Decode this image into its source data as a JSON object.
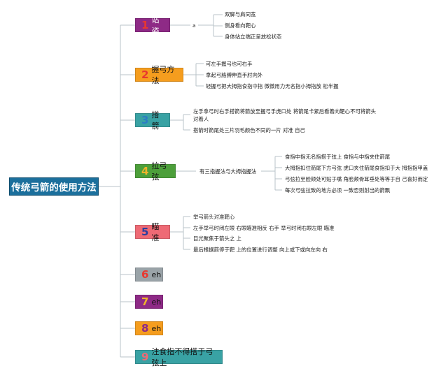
{
  "root": {
    "title": "传统弓箭的使用方法"
  },
  "branches": [
    {
      "num": "1",
      "label": "站姿",
      "color": "#8e2a86",
      "num_color": "#e8372f",
      "text_color": "#ffffff"
    },
    {
      "num": "2",
      "label": "握弓方法",
      "color": "#f59d1e",
      "num_color": "#e8372f",
      "text_color": "#111111"
    },
    {
      "num": "3",
      "label": "搭箭",
      "color": "#39a2a4",
      "num_color": "#2c7dc4",
      "text_color": "#111111"
    },
    {
      "num": "4",
      "label": "拉弓弦",
      "color": "#4c9f3a",
      "num_color": "#f0b42a",
      "text_color": "#111111"
    },
    {
      "num": "5",
      "label": "瞄准",
      "color": "#ee6a75",
      "num_color": "#2b3f9e",
      "text_color": "#111111"
    },
    {
      "num": "6",
      "label": "eh",
      "color": "#9aa3a8",
      "num_color": "#e8372f",
      "text_color": "#111111"
    },
    {
      "num": "7",
      "label": "eh",
      "color": "#8e2a86",
      "num_color": "#f0b42a",
      "text_color": "#111111"
    },
    {
      "num": "8",
      "label": "eh",
      "color": "#f59d1e",
      "num_color": "#8e2a86",
      "text_color": "#111111"
    },
    {
      "num": "9",
      "label": "注食指不得搭于弓弦上",
      "color": "#39a2a4",
      "num_color": "#ee6a75",
      "text_color": "#111111"
    }
  ],
  "b1": {
    "sub": "a",
    "leaves": [
      "双脚与肩同宽",
      "侧身看向靶心",
      "身体站立端正呈放松状态"
    ]
  },
  "b2": {
    "leaves": [
      "可左手握弓也可右手",
      "拿起弓胳膊伸直手肘向外",
      "轻握弓把大拇指食指中指 微微用力无名指小拇指放 松半握"
    ]
  },
  "b3": {
    "leaves": [
      "左手拿弓时右手搭箭将箭放至握弓手虎口处 将箭尾卡紧后看着向靶心不可将箭头对着人",
      "搭箭时箭尾处三片羽毛颜色不同的一片 对准 自己"
    ]
  },
  "b4": {
    "sub": "有三指握法与大拇指握法",
    "leaves": [
      "食指中指无名指搭于弦上 食指与中指夹住箭尾",
      "大拇指扣住箭尾下方弓弦 虎口夹住箭尾食指扣于大 拇指指甲盖",
      "弓弦拉至脸颊处可贴于嘴 角脸颊骨耳垂处等等于自 己喜好而定",
      "每次弓弦拉致的地方必须 一致否则射出的箭飘"
    ]
  },
  "b5": {
    "leaves": [
      "举弓箭头对准靶心",
      "左手举弓时闭左眼 右眼瞄准相反 右手 举弓时闭右眼左眼 瞄准",
      "目光聚焦于箭头之 上",
      "最后根据箭停于靶 上的位置进行调整 向上或下或向左向 右"
    ]
  }
}
